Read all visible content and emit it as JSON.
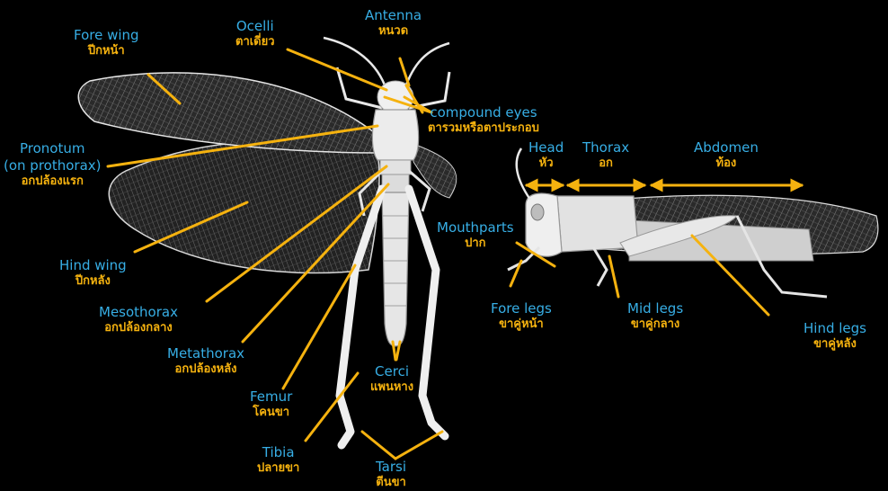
{
  "colors": {
    "background": "#000000",
    "english": "#37aee5",
    "thai": "#f5b20f",
    "leader": "#f5b20f",
    "body": "#f2f2f2"
  },
  "labels": {
    "fore_wing": {
      "en": "Fore wing",
      "th": "ปีกหน้า"
    },
    "ocelli": {
      "en": "Ocelli",
      "th": "ตาเดี่ยว"
    },
    "antenna": {
      "en": "Antenna",
      "th": "หนวด"
    },
    "compound_eyes": {
      "en": "compound eyes",
      "th": "ตารวมหรือตาประกอบ"
    },
    "pronotum": {
      "en": "Pronotum",
      "en2": "(on prothorax)",
      "th": "อกปล้องแรก"
    },
    "hind_wing": {
      "en": "Hind wing",
      "th": "ปีกหลัง"
    },
    "mesothorax": {
      "en": "Mesothorax",
      "th": "อกปล้องกลาง"
    },
    "metathorax": {
      "en": "Metathorax",
      "th": "อกปล้องหลัง"
    },
    "femur": {
      "en": "Femur",
      "th": "โคนขา"
    },
    "cerci": {
      "en": "Cerci",
      "th": "แพนหาง"
    },
    "tibia": {
      "en": "Tibia",
      "th": "ปลายขา"
    },
    "tarsi": {
      "en": "Tarsi",
      "th": "ตีนขา"
    },
    "head": {
      "en": "Head",
      "th": "หัว"
    },
    "thorax": {
      "en": "Thorax",
      "th": "อก"
    },
    "abdomen": {
      "en": "Abdomen",
      "th": "ท้อง"
    },
    "mouthparts": {
      "en": "Mouthparts",
      "th": "ปาก"
    },
    "fore_legs": {
      "en": "Fore legs",
      "th": "ขาคู่หน้า"
    },
    "mid_legs": {
      "en": "Mid legs",
      "th": "ขาคู่กลาง"
    },
    "hind_legs": {
      "en": "Hind legs",
      "th": "ขาคู่หลัง"
    }
  }
}
